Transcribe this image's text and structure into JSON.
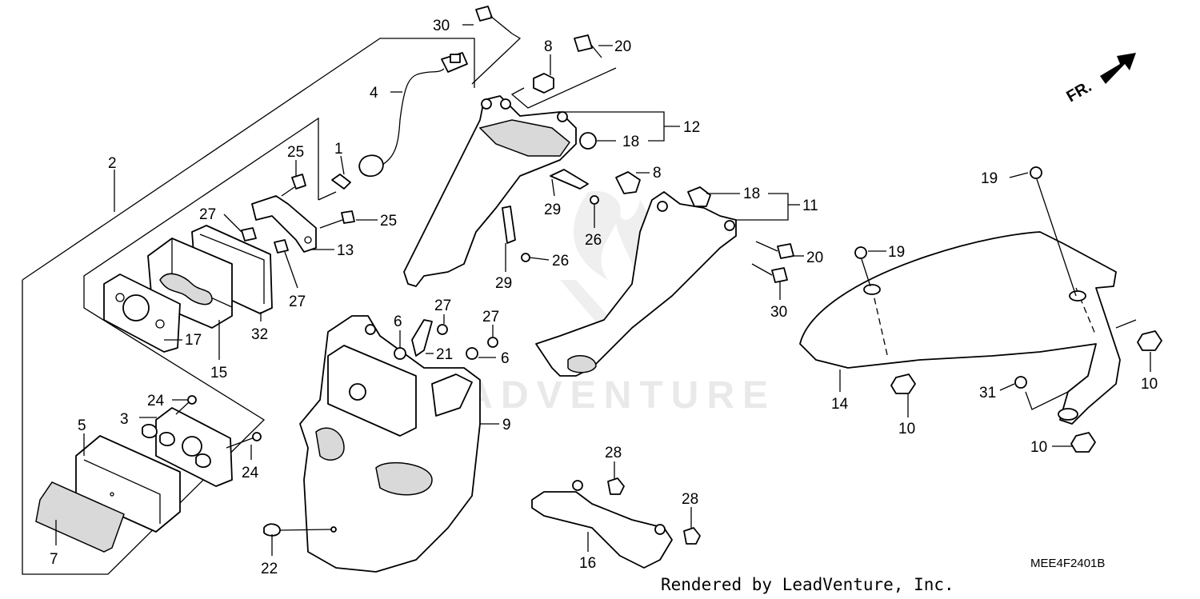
{
  "watermark": "LEADVENTURE",
  "footer_text": "Rendered by LeadVenture, Inc.",
  "diagram_code": "MEE4F2401B",
  "direction_label": "FR.",
  "callouts": {
    "c1": "1",
    "c2": "2",
    "c3": "3",
    "c4": "4",
    "c5": "5",
    "c6a": "6",
    "c6b": "6",
    "c7": "7",
    "c8a": "8",
    "c8b": "8",
    "c9": "9",
    "c10a": "10",
    "c10b": "10",
    "c10c": "10",
    "c11": "11",
    "c12": "12",
    "c13": "13",
    "c14": "14",
    "c15": "15",
    "c16": "16",
    "c17": "17",
    "c18a": "18",
    "c18b": "18",
    "c19a": "19",
    "c19b": "19",
    "c20a": "20",
    "c20b": "20",
    "c21": "21",
    "c22": "22",
    "c24a": "24",
    "c24b": "24",
    "c25a": "25",
    "c25b": "25",
    "c26a": "26",
    "c26b": "26",
    "c27a": "27",
    "c27b": "27",
    "c27c": "27",
    "c27d": "27",
    "c28a": "28",
    "c28b": "28",
    "c29a": "29",
    "c29b": "29",
    "c30a": "30",
    "c30b": "30",
    "c31": "31",
    "c32": "32"
  }
}
